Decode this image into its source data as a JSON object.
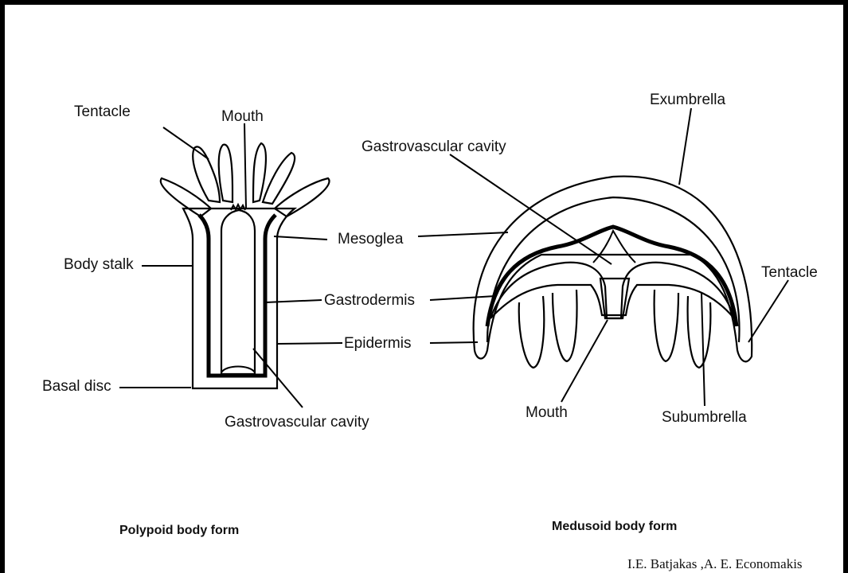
{
  "polyp": {
    "labels": {
      "tentacle": "Tentacle",
      "mouth": "Mouth",
      "body_stalk": "Body stalk",
      "basal_disc": "Basal disc",
      "mesoglea": "Mesoglea",
      "gastrodermis": "Gastrodermis",
      "epidermis": "Epidermis",
      "gastrovascular_cavity": "Gastrovascular cavity"
    },
    "caption": "Polypoid body form"
  },
  "medusa": {
    "labels": {
      "exumbrella": "Exumbrella",
      "gastrovascular_cavity": "Gastrovascular cavity",
      "tentacle": "Tentacle",
      "mouth": "Mouth",
      "subumbrella": "Subumbrella"
    },
    "caption": "Medusoid body form"
  },
  "credit": "I.E. Batjakas ,A. E. Economakis"
}
